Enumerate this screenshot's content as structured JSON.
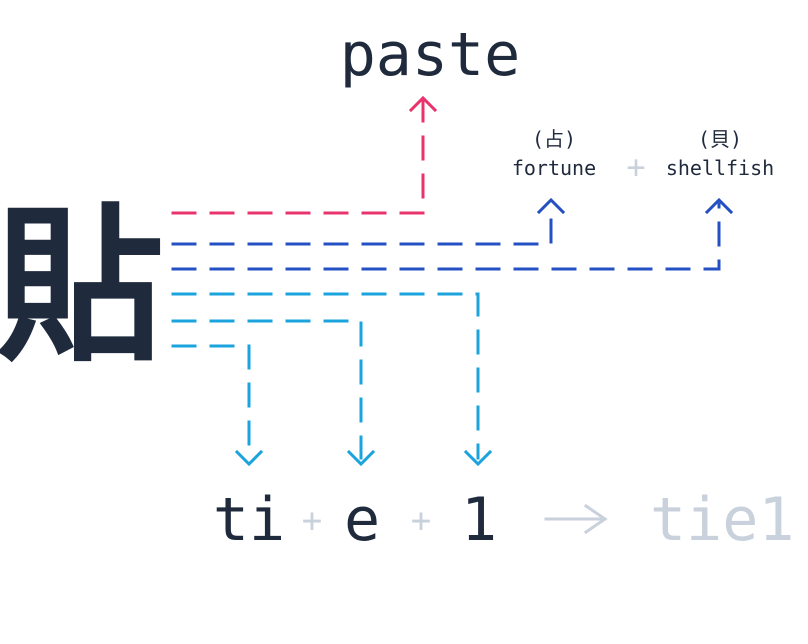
{
  "character": {
    "glyph": "貼"
  },
  "meaning": {
    "word": "paste"
  },
  "components": [
    {
      "glyph": "(占)",
      "meaning": "fortune"
    },
    {
      "glyph": "(貝)",
      "meaning": "shellfish"
    }
  ],
  "reading": {
    "parts": [
      "ti",
      "e",
      "1"
    ],
    "result": "tie1",
    "plus": "+",
    "arrow": "→"
  },
  "colors": {
    "ink": "#1f2a3d",
    "meaning_line": "#e8336d",
    "component_line": "#2550c4",
    "reading_line": "#1aa3dd",
    "faded": "#c9d1dc"
  }
}
